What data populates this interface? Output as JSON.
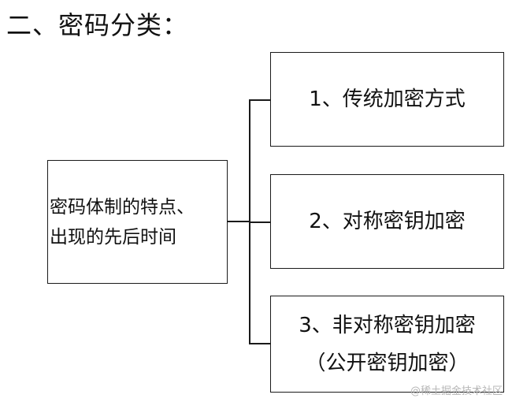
{
  "title": "二、密码分类：",
  "root": {
    "label": "密码体制的特点、\n出现的先后时间"
  },
  "children": [
    {
      "label": "1、传统加密方式"
    },
    {
      "label": "2、对称密钥加密"
    },
    {
      "label_line1": "3、非对称密钥加密",
      "label_line2": "（公开密钥加密）"
    }
  ],
  "watermark": "@稀土掘金技术社区"
}
